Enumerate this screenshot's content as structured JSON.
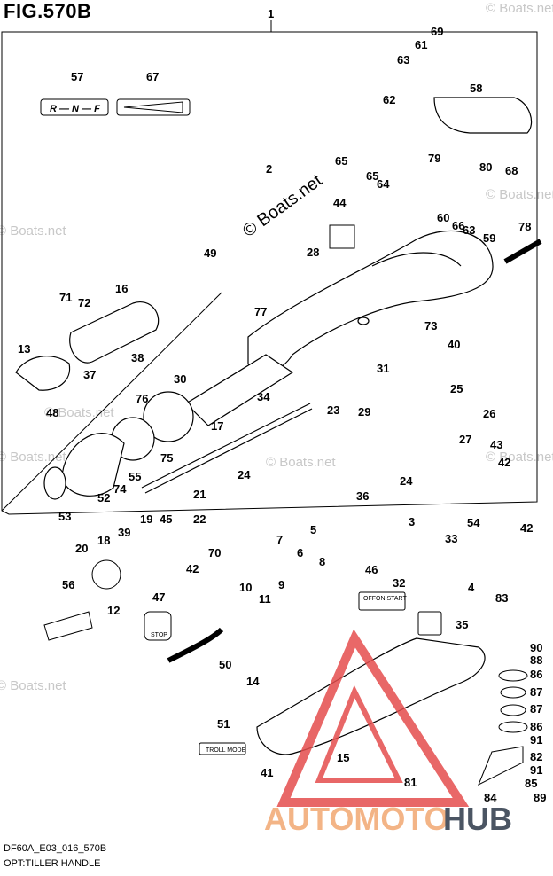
{
  "figure": {
    "title": "FIG.570B",
    "code": "DF60A_E03_016_570B",
    "description": "OPT:TILLER HANDLE"
  },
  "watermark": "© Boats.net",
  "center_watermark": "© Boats.net",
  "shift_label": "R — N — F",
  "switch_labels": {
    "off": "OFF",
    "on_start": "ON START"
  },
  "stop_label": "STOP",
  "troll_label": "TROLL MODE",
  "logo": {
    "left": "AUTOMOTO",
    "right": "HUB",
    "color_left": "#f3b486",
    "color_right": "#4b5563"
  },
  "colors": {
    "line": "#000000",
    "logo_mark": "#e54d4d"
  },
  "callouts": [
    {
      "id": "c1",
      "label": "1"
    },
    {
      "id": "c2",
      "label": "2"
    },
    {
      "id": "c3",
      "label": "3"
    },
    {
      "id": "c4",
      "label": "4"
    },
    {
      "id": "c5",
      "label": "5"
    },
    {
      "id": "c6",
      "label": "6"
    },
    {
      "id": "c7",
      "label": "7"
    },
    {
      "id": "c8",
      "label": "8"
    },
    {
      "id": "c9",
      "label": "9"
    },
    {
      "id": "c10",
      "label": "10"
    },
    {
      "id": "c11",
      "label": "11"
    },
    {
      "id": "c12",
      "label": "12"
    },
    {
      "id": "c13",
      "label": "13"
    },
    {
      "id": "c14",
      "label": "14"
    },
    {
      "id": "c15",
      "label": "15"
    },
    {
      "id": "c16",
      "label": "16"
    },
    {
      "id": "c17",
      "label": "17"
    },
    {
      "id": "c18",
      "label": "18"
    },
    {
      "id": "c19",
      "label": "19"
    },
    {
      "id": "c20",
      "label": "20"
    },
    {
      "id": "c21",
      "label": "21"
    },
    {
      "id": "c22",
      "label": "22"
    },
    {
      "id": "c23",
      "label": "23"
    },
    {
      "id": "c24a",
      "label": "24"
    },
    {
      "id": "c24b",
      "label": "24"
    },
    {
      "id": "c25",
      "label": "25"
    },
    {
      "id": "c26",
      "label": "26"
    },
    {
      "id": "c27",
      "label": "27"
    },
    {
      "id": "c28",
      "label": "28"
    },
    {
      "id": "c29",
      "label": "29"
    },
    {
      "id": "c30",
      "label": "30"
    },
    {
      "id": "c31",
      "label": "31"
    },
    {
      "id": "c32",
      "label": "32"
    },
    {
      "id": "c33",
      "label": "33"
    },
    {
      "id": "c34",
      "label": "34"
    },
    {
      "id": "c35",
      "label": "35"
    },
    {
      "id": "c36",
      "label": "36"
    },
    {
      "id": "c37",
      "label": "37"
    },
    {
      "id": "c38",
      "label": "38"
    },
    {
      "id": "c39",
      "label": "39"
    },
    {
      "id": "c40",
      "label": "40"
    },
    {
      "id": "c41",
      "label": "41"
    },
    {
      "id": "c42a",
      "label": "42"
    },
    {
      "id": "c42b",
      "label": "42"
    },
    {
      "id": "c42c",
      "label": "42"
    },
    {
      "id": "c43",
      "label": "43"
    },
    {
      "id": "c44",
      "label": "44"
    },
    {
      "id": "c45",
      "label": "45"
    },
    {
      "id": "c46",
      "label": "46"
    },
    {
      "id": "c47",
      "label": "47"
    },
    {
      "id": "c48",
      "label": "48"
    },
    {
      "id": "c49",
      "label": "49"
    },
    {
      "id": "c50",
      "label": "50"
    },
    {
      "id": "c51",
      "label": "51"
    },
    {
      "id": "c52",
      "label": "52"
    },
    {
      "id": "c53",
      "label": "53"
    },
    {
      "id": "c54",
      "label": "54"
    },
    {
      "id": "c55",
      "label": "55"
    },
    {
      "id": "c56",
      "label": "56"
    },
    {
      "id": "c57",
      "label": "57"
    },
    {
      "id": "c58",
      "label": "58"
    },
    {
      "id": "c59",
      "label": "59"
    },
    {
      "id": "c60",
      "label": "60"
    },
    {
      "id": "c61",
      "label": "61"
    },
    {
      "id": "c62",
      "label": "62"
    },
    {
      "id": "c63a",
      "label": "63"
    },
    {
      "id": "c63b",
      "label": "63"
    },
    {
      "id": "c64",
      "label": "64"
    },
    {
      "id": "c65a",
      "label": "65"
    },
    {
      "id": "c65b",
      "label": "65"
    },
    {
      "id": "c66",
      "label": "66"
    },
    {
      "id": "c67",
      "label": "67"
    },
    {
      "id": "c68",
      "label": "68"
    },
    {
      "id": "c69",
      "label": "69"
    },
    {
      "id": "c70",
      "label": "70"
    },
    {
      "id": "c71",
      "label": "71"
    },
    {
      "id": "c72",
      "label": "72"
    },
    {
      "id": "c73",
      "label": "73"
    },
    {
      "id": "c74",
      "label": "74"
    },
    {
      "id": "c75",
      "label": "75"
    },
    {
      "id": "c76",
      "label": "76"
    },
    {
      "id": "c77",
      "label": "77"
    },
    {
      "id": "c78",
      "label": "78"
    },
    {
      "id": "c79",
      "label": "79"
    },
    {
      "id": "c80",
      "label": "80"
    },
    {
      "id": "c81",
      "label": "81"
    },
    {
      "id": "c82",
      "label": "82"
    },
    {
      "id": "c83",
      "label": "83"
    },
    {
      "id": "c84",
      "label": "84"
    },
    {
      "id": "c85",
      "label": "85"
    },
    {
      "id": "c86a",
      "label": "86"
    },
    {
      "id": "c86b",
      "label": "86"
    },
    {
      "id": "c87a",
      "label": "87"
    },
    {
      "id": "c87b",
      "label": "87"
    },
    {
      "id": "c88",
      "label": "88"
    },
    {
      "id": "c89",
      "label": "89"
    },
    {
      "id": "c90",
      "label": "90"
    },
    {
      "id": "c91a",
      "label": "91"
    },
    {
      "id": "c91b",
      "label": "91"
    }
  ]
}
